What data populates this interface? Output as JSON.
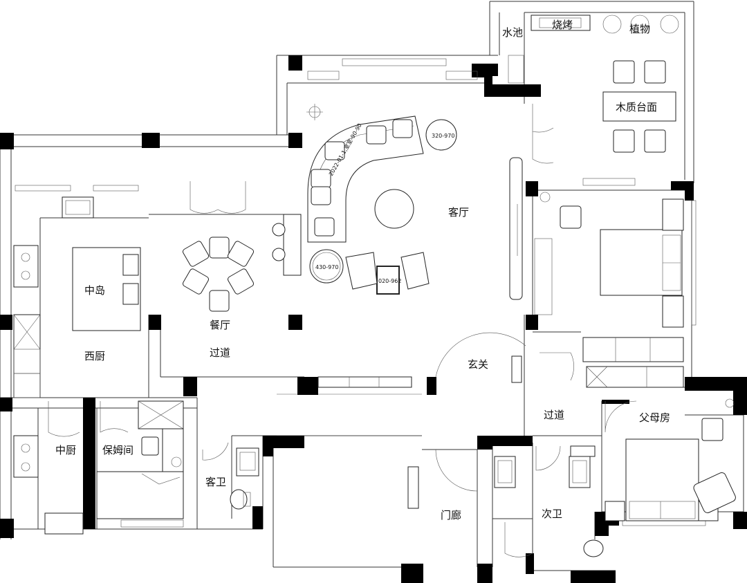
{
  "rooms": {
    "water_pool": "水池",
    "bbq": "烧烤",
    "plants": "植物",
    "wood_counter": "木质台面",
    "living_room": "客厅",
    "kitchen_island": "中岛",
    "dining_room": "餐厅",
    "western_kitchen": "西厨",
    "corridor_main": "过道",
    "entrance": "玄关",
    "corridor_east": "过道",
    "parents_room": "父母房",
    "chinese_kitchen": "中厨",
    "nanny_room": "保姆间",
    "guest_bath": "客卫",
    "porch": "门廊",
    "second_bath": "次卫"
  },
  "tags": {
    "table_a": "320-970",
    "table_b": "430-970",
    "table_c": "020-962",
    "sofa_note": "2022-01-1,室室-90-90"
  }
}
